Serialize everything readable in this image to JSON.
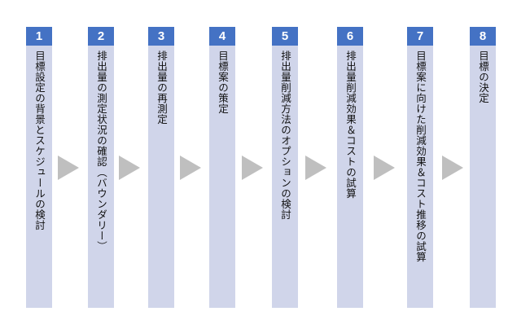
{
  "colors": {
    "number_fill": "#4472c4",
    "column_fill": "#d0d5ea",
    "arrow_fill": "#bfbfbf"
  },
  "steps": [
    {
      "number": "1",
      "label": "目標設定の背景とスケジュールの検討"
    },
    {
      "number": "2",
      "label": "排出量の測定状況の確認（バウンダリー）"
    },
    {
      "number": "3",
      "label": "排出量の再測定"
    },
    {
      "number": "4",
      "label": "目標案の策定"
    },
    {
      "number": "5",
      "label": "排出量削減方法のオプションの検討"
    },
    {
      "number": "6",
      "label": "排出量削減効果＆コストの試算"
    },
    {
      "number": "7",
      "label": "目標案に向けた削減効果＆コスト推移の試算"
    },
    {
      "number": "8",
      "label": "目標の決定"
    }
  ]
}
